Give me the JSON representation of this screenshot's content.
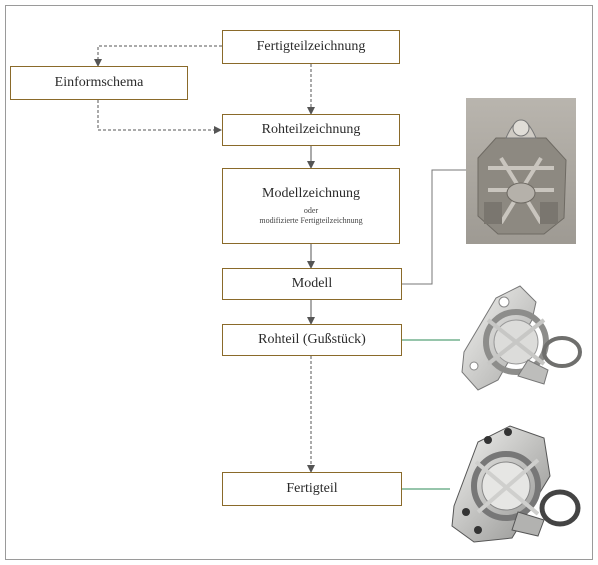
{
  "diagram": {
    "nodes": {
      "fertigteilzeichnung": {
        "label": "Fertigteilzeichnung"
      },
      "einformschema": {
        "label": "Einformschema"
      },
      "rohteilzeichnung": {
        "label": "Rohteilzeichnung"
      },
      "modellzeichnung": {
        "label": "Modellzeichnung",
        "sub1": "oder",
        "sub2": "modifizierte Fertigteilzeichnung"
      },
      "modell": {
        "label": "Modell"
      },
      "rohteil": {
        "label": "Rohteil (Gußstück)"
      },
      "fertigteil": {
        "label": "Fertigteil"
      }
    },
    "edges": [
      {
        "from": "fertigteilzeichnung",
        "to": "rohteilzeichnung",
        "style": "dashed"
      },
      {
        "from": "fertigteilzeichnung",
        "to": "einformschema",
        "style": "dashed"
      },
      {
        "from": "einformschema",
        "to": "rohteilzeichnung",
        "style": "dashed"
      },
      {
        "from": "rohteilzeichnung",
        "to": "modellzeichnung",
        "style": "solid"
      },
      {
        "from": "modellzeichnung",
        "to": "modell",
        "style": "solid"
      },
      {
        "from": "modell",
        "to": "rohteil",
        "style": "solid"
      },
      {
        "from": "rohteil",
        "to": "fertigteil",
        "style": "dashed"
      }
    ],
    "photos": [
      {
        "subject": "casting-pattern-photo"
      },
      {
        "subject": "raw-casting-photo"
      },
      {
        "subject": "finished-part-photo"
      }
    ],
    "colors": {
      "box_border": "#8a6a2a",
      "connector": "#555555",
      "part_line": "#2e8b57"
    }
  }
}
